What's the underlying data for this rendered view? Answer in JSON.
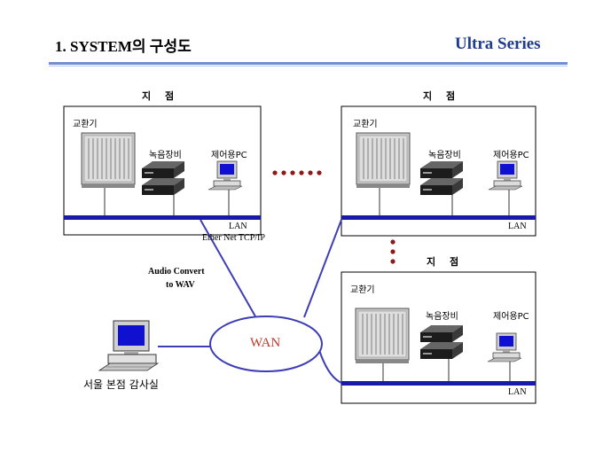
{
  "header": {
    "title": "1. SYSTEM의 구성도",
    "brand": "Ultra Series"
  },
  "branch_label": "지 점",
  "exchange_label": "교환기",
  "recorder_label": "녹음장비",
  "control_pc_label": "제어용PC",
  "lan_label": "LAN",
  "protocol_label": "Ether Net TCP/IP",
  "convert_label_1": "Audio Convert",
  "convert_label_2": "to WAV",
  "wan_label": "WAN",
  "hq_label": "서울 본점 감사실",
  "colors": {
    "lan_bar": "#1a1aa8",
    "dots": "#8b1a1a",
    "wan_text": "#c0392b",
    "link": "#3d3db8",
    "brand": "#1f3b8f"
  }
}
